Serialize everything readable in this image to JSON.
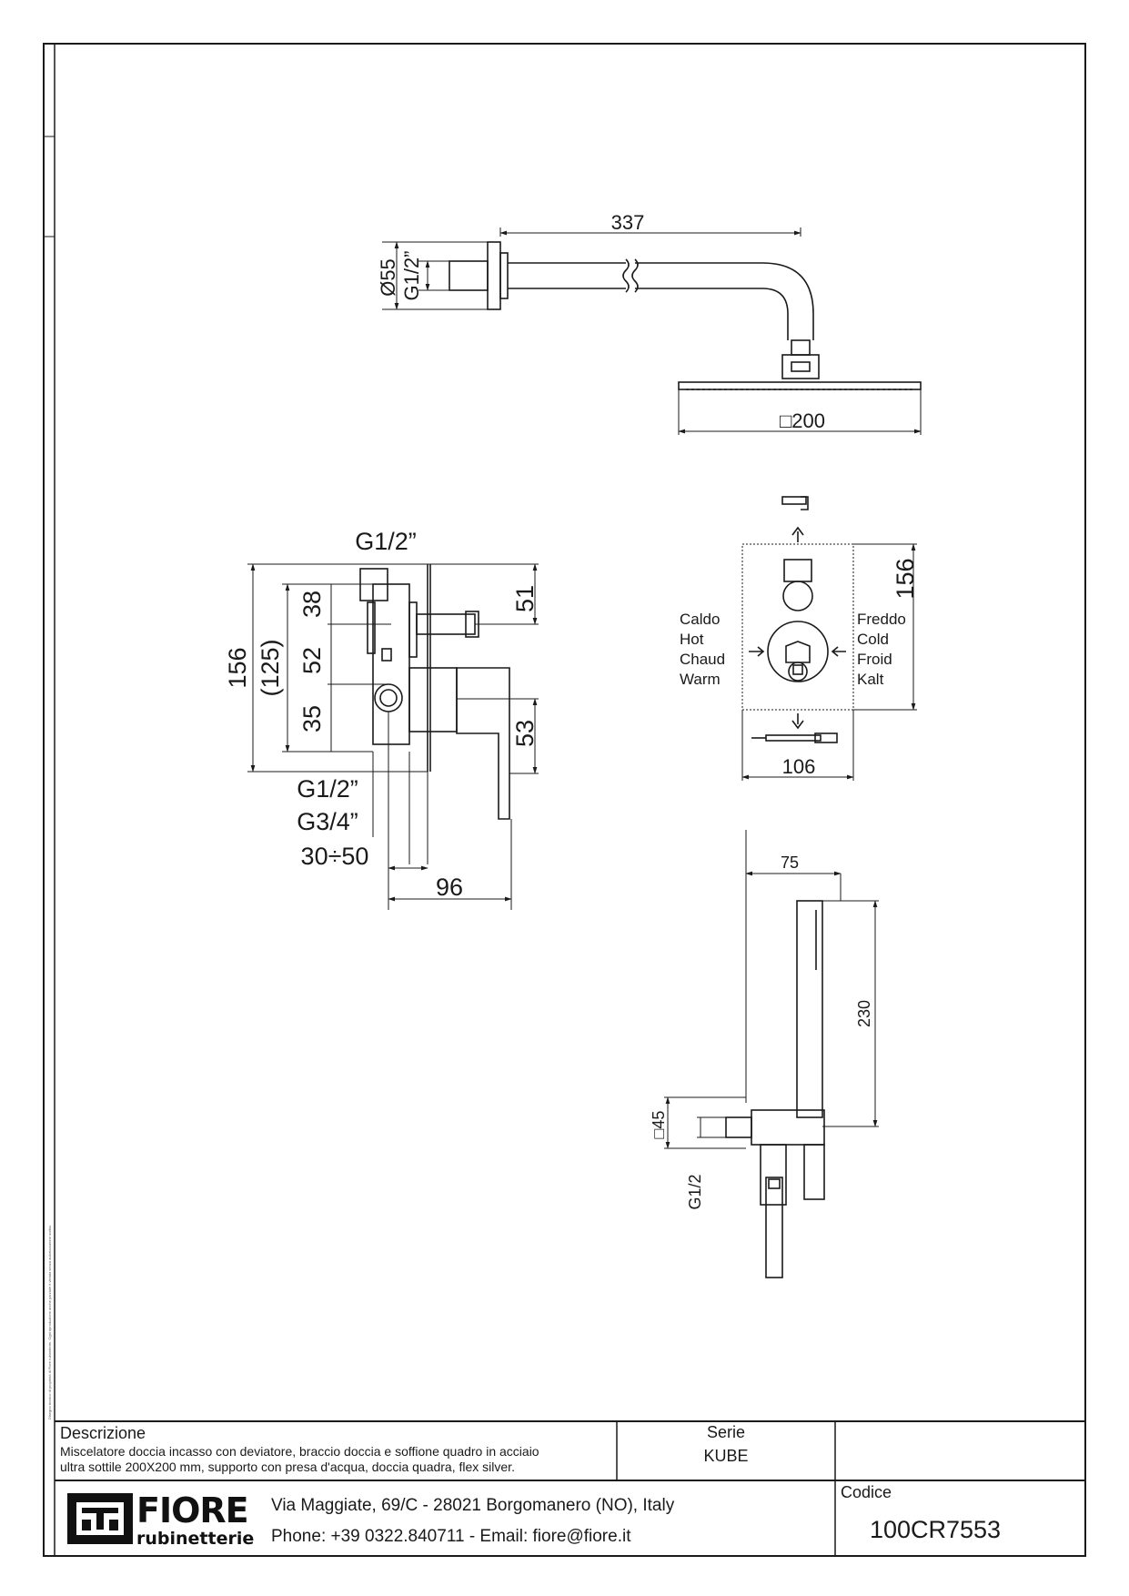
{
  "side_note": "Disegno tecnico di proprietà di Fiore rubinetterie. Ogni riproduzione anche parziale è vietata senza autorizzazione scritta.",
  "shower_arm": {
    "length": "337",
    "wall_diameter": "Ø55",
    "thread": "G1/2”",
    "head_size": "□200"
  },
  "mixer": {
    "top_thread": "G1/2”",
    "overall_height": "156",
    "inner_height": "(125)",
    "dim_38": "38",
    "dim_52": "52",
    "dim_35": "35",
    "dim_51": "51",
    "dim_53": "53",
    "bottom_thread_1": "G1/2”",
    "bottom_thread_2": "G3/4”",
    "recess_range": "30÷50",
    "depth": "96"
  },
  "diverter": {
    "height": "156",
    "width": "106",
    "hot_labels": [
      "Caldo",
      "Hot",
      "Chaud",
      "Warm"
    ],
    "cold_labels": [
      "Freddo",
      "Cold",
      "Froid",
      "Kalt"
    ]
  },
  "hand_shower": {
    "offset": "75",
    "length": "230",
    "bracket": "□45",
    "thread": "G1/2"
  },
  "title_block": {
    "description_label": "Descrizione",
    "description_line1": "Miscelatore doccia incasso con deviatore, braccio doccia e soffione quadro in acciaio",
    "description_line2": "ultra sottile 200X200 mm, supporto con presa d'acqua, doccia quadra, flex silver.",
    "series_label": "Serie",
    "series_value": "KUBE",
    "code_label": "Codice",
    "code_value": "100CR7553",
    "address": "Via Maggiate, 69/C - 28021 Borgomanero (NO), Italy",
    "contact": "Phone: +39 0322.840711 - Email: fiore@fiore.it",
    "logo_main": "FIORE",
    "logo_sub": "rubinetterie"
  }
}
